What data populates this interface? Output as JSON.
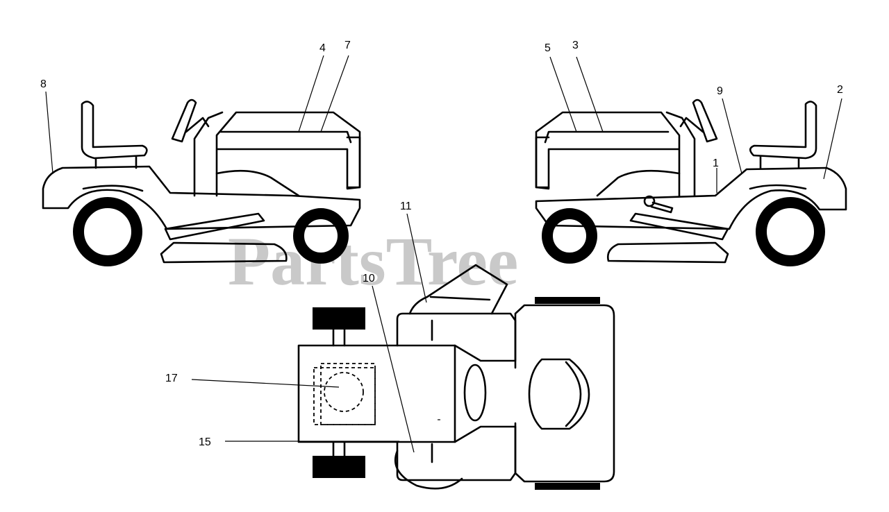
{
  "watermark": "PartsTree",
  "callouts": {
    "c1": "1",
    "c2": "2",
    "c3": "3",
    "c4": "4",
    "c5": "5",
    "c7": "7",
    "c8": "8",
    "c9": "9",
    "c10": "10",
    "c11": "11",
    "c15": "15",
    "c17": "17"
  }
}
